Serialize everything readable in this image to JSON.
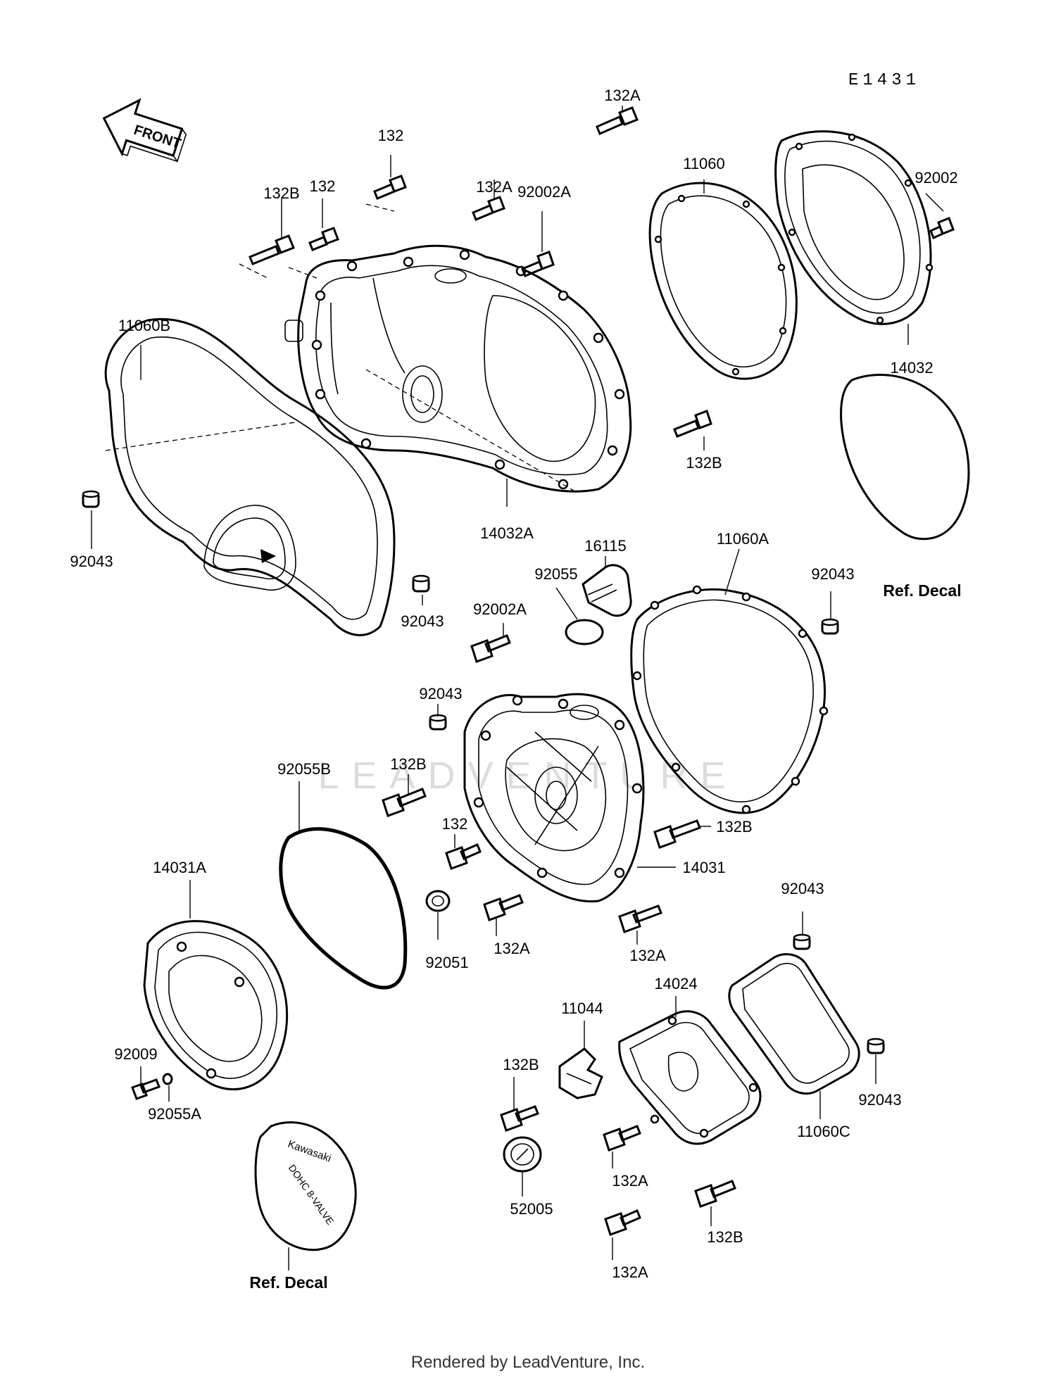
{
  "diagram_code": "E1431",
  "front_arrow_label": "FRONT",
  "watermark": "LEADVENTURE",
  "footer": "Rendered by LeadVenture, Inc.",
  "labels": {
    "l_132A_top": "132A",
    "l_132_a": "132",
    "l_132B_a": "132B",
    "l_132_b": "132",
    "l_132A_b": "132A",
    "l_92002A_a": "92002A",
    "l_11060": "11060",
    "l_92002": "92002",
    "l_11060B": "11060B",
    "l_14032": "14032",
    "l_132B_b": "132B",
    "l_14032A": "14032A",
    "l_92043_a": "92043",
    "l_92043_b": "92043",
    "l_16115": "16115",
    "l_92055": "92055",
    "l_11060A": "11060A",
    "l_92043_c": "92043",
    "l_92002A_b": "92002A",
    "l_92043_d": "92043",
    "l_132B_c": "132B",
    "l_92055B": "92055B",
    "l_132_c": "132",
    "l_132B_d": "132B",
    "l_14031": "14031",
    "l_14031A": "14031A",
    "l_92051": "92051",
    "l_132A_c": "132A",
    "l_132A_d": "132A",
    "l_92043_e": "92043",
    "l_14024": "14024",
    "l_11044": "11044",
    "l_92009": "92009",
    "l_132B_e": "132B",
    "l_92055A": "92055A",
    "l_92043_f": "92043",
    "l_11060C": "11060C",
    "l_132A_e": "132A",
    "l_52005": "52005",
    "l_132B_f": "132B",
    "l_132A_f": "132A"
  },
  "ref_decal_labels": {
    "upper": "Ref. Decal",
    "lower": "Ref. Decal"
  },
  "decal_text": {
    "brand": "Kawasaki",
    "model": "DOHC 8-VALVE"
  }
}
